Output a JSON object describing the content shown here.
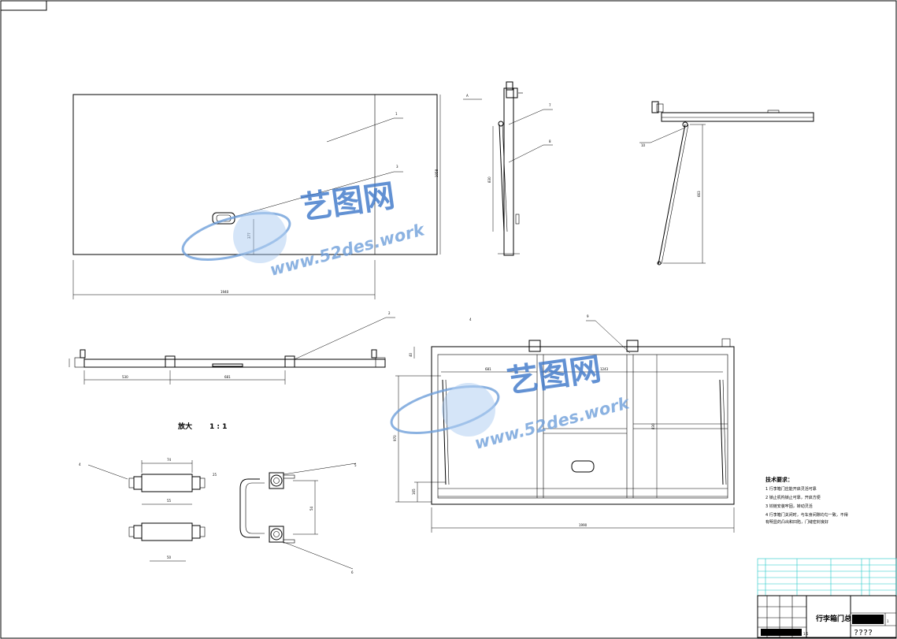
{
  "drawing": {
    "watermark_text": "艺图网",
    "watermark_url": "www.52des.work",
    "section_label": "A",
    "view_label": "放大",
    "view_scale": "1 : 1",
    "notes_title": "技术要求：",
    "notes": [
      "1   行李箱门应能开启灵活可靠",
      "2   锁止机构锁止可靠，开启方便",
      "3   铰链安装牢固，转动灵活",
      "4   行李箱门关闭时，与车身间隙均匀一致，不得",
      "     有明显的凸出和凹陷，门缝密封良好"
    ]
  },
  "callouts": [
    "1",
    "2",
    "3",
    "4",
    "5",
    "6",
    "7",
    "8",
    "9",
    "10"
  ],
  "dimensions": {
    "front_width": "1940",
    "front_height": "1058",
    "front_lock_offset": "377",
    "side_strut": "830",
    "open_strut": "663",
    "top_spacing_a": "530",
    "top_spacing_b": "681",
    "frame_width": "1990",
    "frame_height": "970",
    "frame_inner_a": "681",
    "frame_inner_b": "1243",
    "frame_inner_h": "830",
    "frame_bottom_gap": "165",
    "frame_top_gap": "40",
    "hinge_width": "74",
    "hinge_inner": "55",
    "hinge_lower": "50",
    "hinge_side": "25",
    "bracket_height": "54"
  },
  "title_block": {
    "drawing_title": "行李箱门总",
    "placeholder": "????",
    "scale": "1:5",
    "sheet": "1"
  }
}
